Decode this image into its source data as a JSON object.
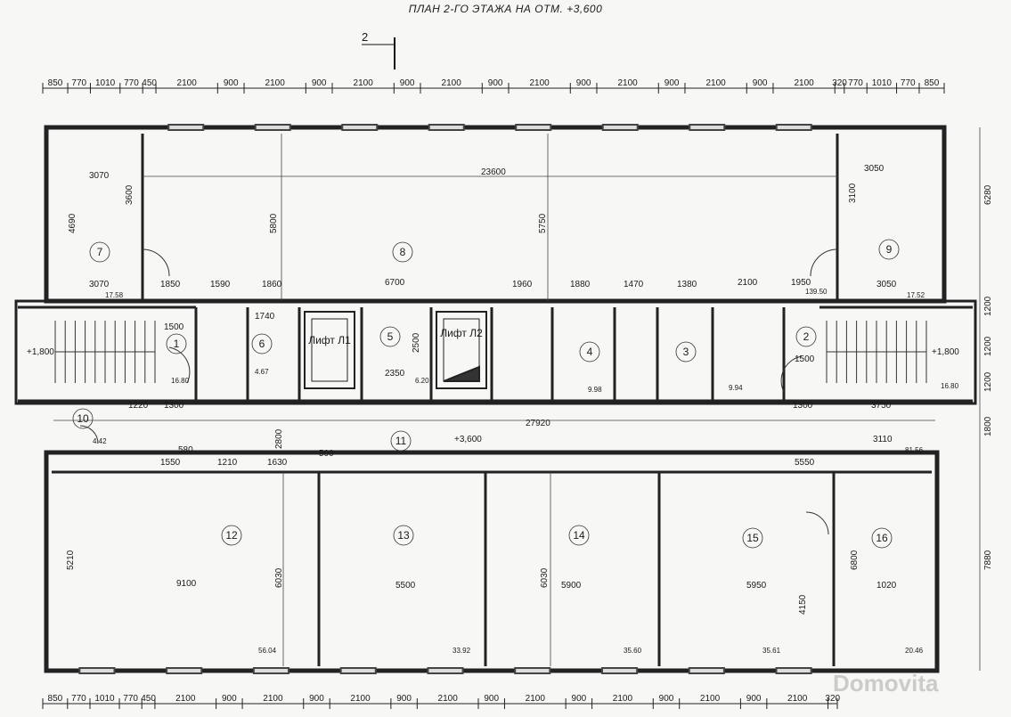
{
  "title": "ПЛАН 2-ГО ЭТАЖА НА ОТМ. +3,600",
  "section_mark": "2",
  "watermark": "Domovita",
  "top_dims": [
    "850",
    "770",
    "1010",
    "770",
    "450",
    "2100",
    "900",
    "2100",
    "900",
    "2100",
    "900",
    "2100",
    "900",
    "2100",
    "900",
    "2100",
    "900",
    "2100",
    "900",
    "2100",
    "320",
    "770",
    "1010",
    "770",
    "850"
  ],
  "bottom_dims": [
    "850",
    "770",
    "1010",
    "770",
    "450",
    "2100",
    "900",
    "2100",
    "900",
    "2100",
    "900",
    "2100",
    "900",
    "2100",
    "900",
    "2100",
    "900",
    "2100",
    "900",
    "2100",
    "320"
  ],
  "right_dims": [
    "6280",
    "1200",
    "1200",
    "1200",
    "1800",
    "7880"
  ],
  "overall_width": "23600",
  "corridor_length": "27920",
  "mark_upper": "+3,600",
  "mark_left": "+1,800",
  "mark_right": "+1,800",
  "rooms": [
    {
      "id": "7",
      "area": "17.58"
    },
    {
      "id": "8",
      "area": ""
    },
    {
      "id": "9",
      "area": "17.52"
    },
    {
      "id": "1",
      "area": "16.80"
    },
    {
      "id": "6",
      "area": "4.67"
    },
    {
      "id": "5",
      "area": "6.20"
    },
    {
      "id": "4",
      "area": "9.98"
    },
    {
      "id": "3",
      "area": "9.94"
    },
    {
      "id": "2",
      "area": "16.80"
    },
    {
      "id": "10",
      "area": "4.42"
    },
    {
      "id": "11",
      "area": ""
    },
    {
      "id": "12",
      "area": "56.04"
    },
    {
      "id": "13",
      "area": "33.92"
    },
    {
      "id": "14",
      "area": "35.60"
    },
    {
      "id": "15",
      "area": "35.61"
    },
    {
      "id": "16",
      "area": "20.46"
    }
  ],
  "lifts": [
    "Лифт Л1",
    "Лифт Л2"
  ],
  "inner_dims": {
    "d5800": "5800",
    "d5750": "5750",
    "d3100": "3100",
    "d3600": "3600",
    "d4690": "4690",
    "d3070a": "3070",
    "d3070b": "3070",
    "d3050a": "3050",
    "d3050b": "3050",
    "d1850": "1850",
    "d1590": "1590",
    "d1860": "1860",
    "d6700": "6700",
    "d1960": "1960",
    "d1880": "1880",
    "d1470": "1470",
    "d1380": "1380",
    "d2100": "2100",
    "d1950": "1950",
    "d139": "139.50",
    "d1500a": "1500",
    "d1500b": "1500",
    "d2350": "2350",
    "d2500": "2500",
    "d1740": "1740",
    "d1220": "1220",
    "d1300a": "1300",
    "d1300b": "1300",
    "d3750": "3750",
    "d3110": "3110",
    "d81": "81.56",
    "d9100": "9100",
    "d5500": "5500",
    "d5900": "5900",
    "d5950": "5950",
    "d6030a": "6030",
    "d6030b": "6030",
    "d6800": "6800",
    "d5210": "5210",
    "d4150": "4150",
    "d5550": "5550",
    "d2800": "2800",
    "d1550": "1550",
    "d1210": "1210",
    "d1630": "1630",
    "d580": "580",
    "d500": "500",
    "d1020": "1020"
  }
}
